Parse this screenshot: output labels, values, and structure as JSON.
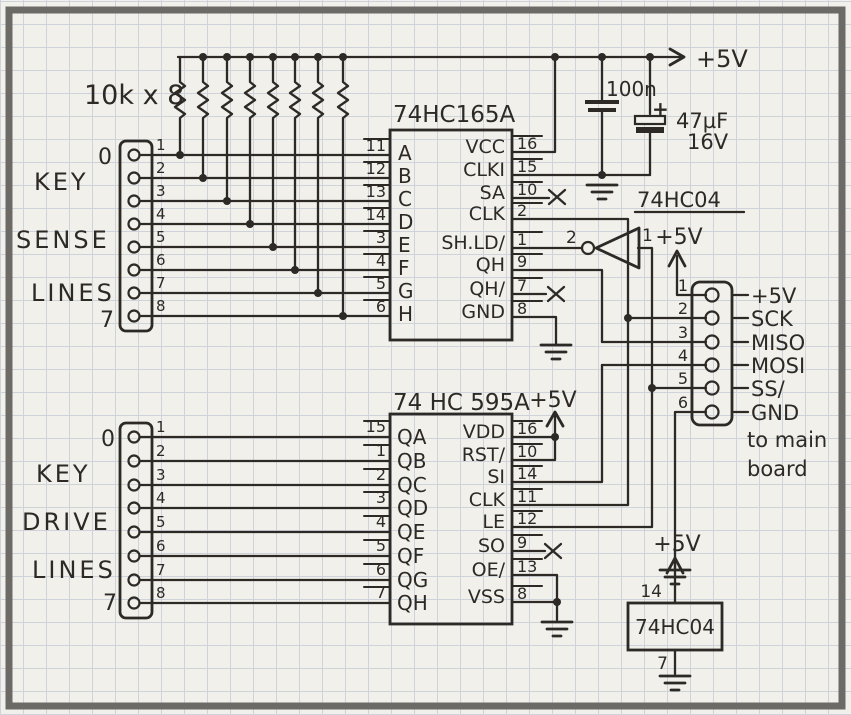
{
  "colors": {
    "paper": "#f1f0eb",
    "grid": "#ced3db",
    "ink": "#2d2925",
    "frame": "#6b6a66"
  },
  "power_rail": {
    "label": "+5V"
  },
  "resistor_bank": {
    "label": "10k x 8"
  },
  "sense_connector": {
    "word1": "KEY",
    "word2": "SENSE",
    "word3": "LINES",
    "first": "0",
    "last": "7",
    "pins": [
      "1",
      "2",
      "3",
      "4",
      "5",
      "6",
      "7",
      "8"
    ]
  },
  "drive_connector": {
    "word1": "KEY",
    "word2": "DRIVE",
    "word3": "LINES",
    "first": "0",
    "last": "7",
    "pins": [
      "1",
      "2",
      "3",
      "4",
      "5",
      "6",
      "7",
      "8"
    ]
  },
  "chip165": {
    "title": "74HC165A",
    "left": [
      {
        "num": "11",
        "name": "A"
      },
      {
        "num": "12",
        "name": "B"
      },
      {
        "num": "13",
        "name": "C"
      },
      {
        "num": "14",
        "name": "D"
      },
      {
        "num": "3",
        "name": "E"
      },
      {
        "num": "4",
        "name": "F"
      },
      {
        "num": "5",
        "name": "G"
      },
      {
        "num": "6",
        "name": "H"
      }
    ],
    "right": [
      {
        "num": "16",
        "name": "VCC"
      },
      {
        "num": "15",
        "name": "CLKI"
      },
      {
        "num": "10",
        "name": "SA"
      },
      {
        "num": "2",
        "name": "CLK"
      },
      {
        "num": "1",
        "name": "SH.LD/"
      },
      {
        "num": "9",
        "name": "QH"
      },
      {
        "num": "7",
        "name": "QH/"
      },
      {
        "num": "8",
        "name": "GND"
      }
    ]
  },
  "chip595": {
    "title": "74 HC 595A",
    "supply": "+5V",
    "left": [
      {
        "num": "15",
        "name": "QA"
      },
      {
        "num": "1",
        "name": "QB"
      },
      {
        "num": "2",
        "name": "QC"
      },
      {
        "num": "3",
        "name": "QD"
      },
      {
        "num": "4",
        "name": "QE"
      },
      {
        "num": "5",
        "name": "QF"
      },
      {
        "num": "6",
        "name": "QG"
      },
      {
        "num": "7",
        "name": "QH"
      }
    ],
    "right": [
      {
        "num": "16",
        "name": "VDD"
      },
      {
        "num": "10",
        "name": "RST/"
      },
      {
        "num": "14",
        "name": "SI"
      },
      {
        "num": "11",
        "name": "CLK"
      },
      {
        "num": "12",
        "name": "LE"
      },
      {
        "num": "9",
        "name": "SO"
      },
      {
        "num": "13",
        "name": "OE/"
      },
      {
        "num": "8",
        "name": "VSS"
      }
    ]
  },
  "inverter": {
    "label": "74HC04",
    "pin_out": "2",
    "pin_in": "1"
  },
  "caps": {
    "c1_value": "100n",
    "c2_plus": "+",
    "c2_value": "47µF",
    "c2_rating": "16V"
  },
  "main_connector": {
    "supply": "+5V",
    "pins": [
      {
        "num": "1",
        "label": "+5V"
      },
      {
        "num": "2",
        "label": "SCK"
      },
      {
        "num": "3",
        "label": "MISO"
      },
      {
        "num": "4",
        "label": "MOSI"
      },
      {
        "num": "5",
        "label": "SS/"
      },
      {
        "num": "6",
        "label": "GND"
      }
    ],
    "note1": "to main",
    "note2": "board"
  },
  "hc04_pkg": {
    "title": "74HC04",
    "pin_top": "14",
    "pin_bottom": "7",
    "supply": "+5V"
  }
}
